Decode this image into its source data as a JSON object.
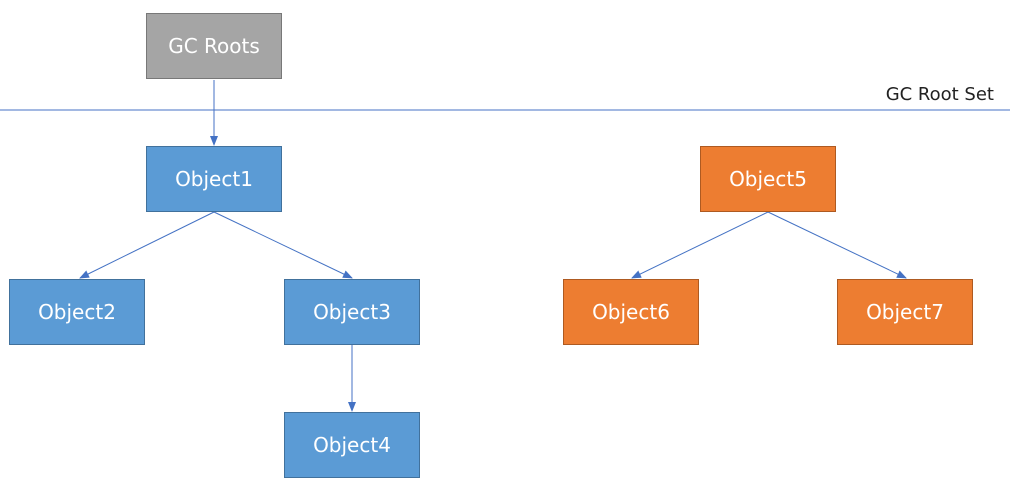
{
  "diagram": {
    "root_set_label": "GC Root Set",
    "nodes": {
      "gc_roots": "GC Roots",
      "object1": "Object1",
      "object2": "Object2",
      "object3": "Object3",
      "object4": "Object4",
      "object5": "Object5",
      "object6": "Object6",
      "object7": "Object7"
    },
    "edges": [
      [
        "GC Roots",
        "Object1"
      ],
      [
        "Object1",
        "Object2"
      ],
      [
        "Object1",
        "Object3"
      ],
      [
        "Object3",
        "Object4"
      ],
      [
        "Object5",
        "Object6"
      ],
      [
        "Object5",
        "Object7"
      ]
    ],
    "colors": {
      "reachable": "#5b9bd5",
      "unreachable": "#ed7d31",
      "root": "#a5a5a5",
      "line": "#4472c4"
    }
  }
}
